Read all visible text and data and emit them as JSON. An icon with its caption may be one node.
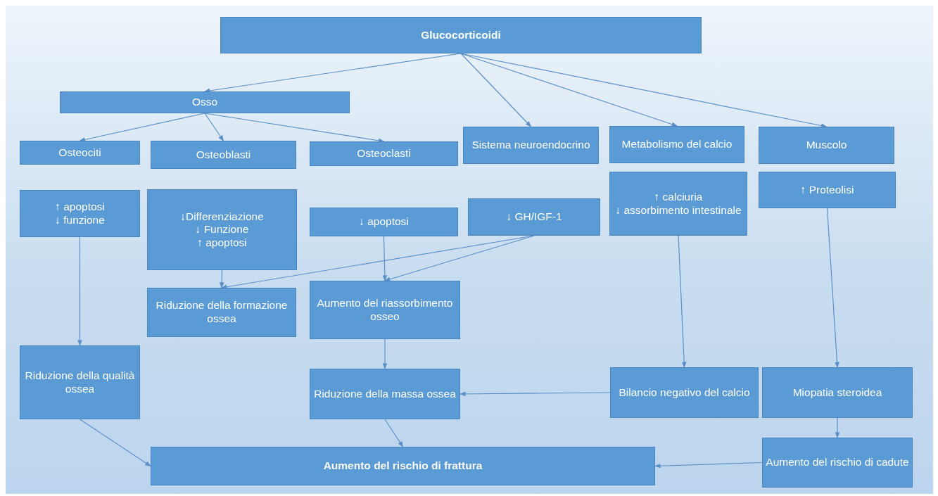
{
  "diagram": {
    "nodes": [
      {
        "text": [
          "Glucocorticoidi"
        ]
      },
      {
        "text": [
          "Osso"
        ]
      },
      {
        "text": [
          "Osteociti"
        ]
      },
      {
        "text": [
          "Osteoblasti"
        ]
      },
      {
        "text": [
          "Osteoclasti"
        ]
      },
      {
        "text": [
          "Sistema neuroendocrino"
        ]
      },
      {
        "text": [
          "Metabolismo del calcio"
        ]
      },
      {
        "text": [
          "Muscolo"
        ]
      },
      {
        "text": [
          "↑ apoptosi",
          "↓ funzione"
        ]
      },
      {
        "text": [
          "↓Differenziazione",
          "↓ Funzione",
          "↑ apoptosi"
        ]
      },
      {
        "text": [
          "↓ apoptosi"
        ]
      },
      {
        "text": [
          "↓ GH/IGF-1"
        ]
      },
      {
        "text": [
          "↑ calciuria",
          "↓ assorbimento intestinale"
        ]
      },
      {
        "text": [
          "↑ Proteolisi"
        ]
      },
      {
        "text": [
          "Riduzione della formazione ossea"
        ]
      },
      {
        "text": [
          "Aumento del riassorbimento osseo"
        ]
      },
      {
        "text": [
          "Riduzione della qualità ossea"
        ]
      },
      {
        "text": [
          "Riduzione della massa ossea"
        ]
      },
      {
        "text": [
          "Bilancio negativo del calcio"
        ]
      },
      {
        "text": [
          "Miopatia steroidea"
        ]
      },
      {
        "text": [
          "Aumento del rischio di frattura"
        ]
      },
      {
        "text": [
          "Aumento del rischio di cadute"
        ]
      }
    ],
    "edges": [
      {
        "from": 0,
        "to": 1,
        "arrow": "to"
      },
      {
        "from": 0,
        "to": 5,
        "arrow": "to"
      },
      {
        "from": 0,
        "to": 6,
        "arrow": "to"
      },
      {
        "from": 0,
        "to": 7,
        "arrow": "to"
      },
      {
        "from": 1,
        "to": 2,
        "arrow": "to"
      },
      {
        "from": 1,
        "to": 3,
        "arrow": "to"
      },
      {
        "from": 1,
        "to": 4,
        "arrow": "to"
      },
      {
        "from": 8,
        "to": 16,
        "arrow": "to"
      },
      {
        "from": 9,
        "to": 14,
        "arrow": "to"
      },
      {
        "from": 10,
        "to": 15,
        "arrow": "to"
      },
      {
        "from": 11,
        "to": 14,
        "arrow": "to"
      },
      {
        "from": 11,
        "to": 15,
        "arrow": "to"
      },
      {
        "from": 12,
        "to": 18,
        "arrow": "to"
      },
      {
        "from": 13,
        "to": 19,
        "arrow": "to"
      },
      {
        "from": 15,
        "to": 17,
        "arrow": "to"
      },
      {
        "from": 18,
        "to": 17,
        "arrow": "to"
      },
      {
        "from": 16,
        "to": 20,
        "arrow": "to"
      },
      {
        "from": 17,
        "to": 20,
        "arrow": "to"
      },
      {
        "from": 19,
        "to": 21,
        "arrow": "to"
      },
      {
        "from": 21,
        "to": 20,
        "arrow": "to"
      }
    ]
  }
}
